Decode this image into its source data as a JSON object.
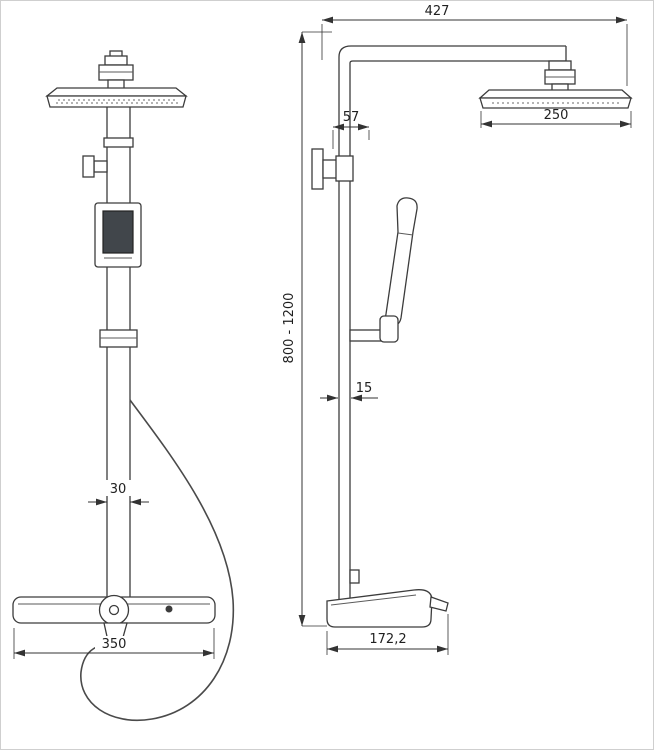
{
  "dimensions": {
    "arm_reach": "427",
    "wall_offset": "57",
    "head_width": "250",
    "height_range": "800 - 1200",
    "pipe_width": "15",
    "column_width": "30",
    "mixer_width": "350",
    "mixer_depth": "172,2"
  }
}
